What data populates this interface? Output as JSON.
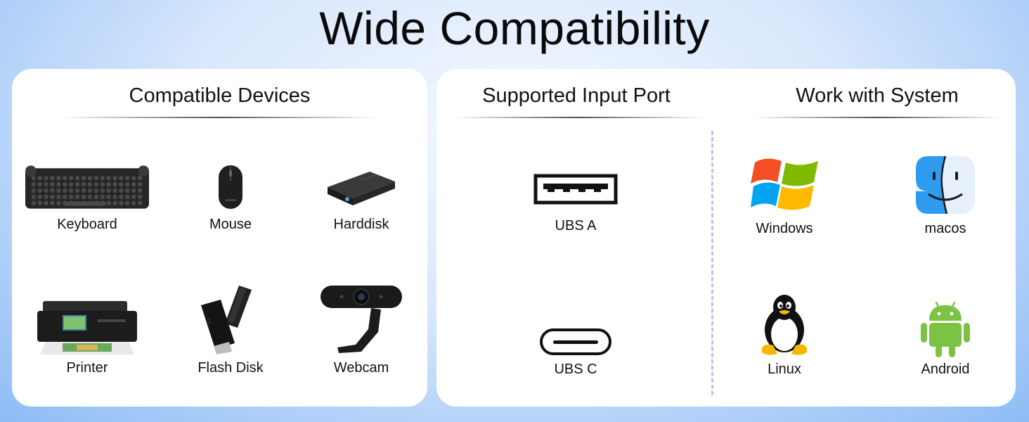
{
  "title": "Wide Compatibility",
  "devices": {
    "heading": "Compatible Devices",
    "items": [
      {
        "label": "Keyboard",
        "icon": "keyboard-icon"
      },
      {
        "label": "Mouse",
        "icon": "mouse-icon"
      },
      {
        "label": "Harddisk",
        "icon": "harddisk-icon"
      },
      {
        "label": "Printer",
        "icon": "printer-icon"
      },
      {
        "label": "Flash Disk",
        "icon": "flash-disk-icon"
      },
      {
        "label": "Webcam",
        "icon": "webcam-icon"
      }
    ]
  },
  "ports": {
    "heading": "Supported Input Port",
    "items": [
      {
        "label": "UBS A",
        "icon": "usb-a-port-icon"
      },
      {
        "label": "UBS C",
        "icon": "usb-c-port-icon"
      }
    ]
  },
  "systems": {
    "heading": "Work with System",
    "items": [
      {
        "label": "Windows",
        "icon": "windows-logo-icon"
      },
      {
        "label": "macos",
        "icon": "macos-finder-icon"
      },
      {
        "label": "Linux",
        "icon": "linux-tux-icon"
      },
      {
        "label": "Android",
        "icon": "android-robot-icon"
      }
    ]
  },
  "colors": {
    "background_edge": "#8ebcf5",
    "panel": "#ffffff",
    "divider": "#b9c6ec",
    "android_green": "#7cc243",
    "windows_red": "#f25022",
    "windows_green": "#7fba00",
    "windows_blue": "#00a4ef",
    "windows_yellow": "#ffb900",
    "finder_blue": "#2f9bf0"
  }
}
